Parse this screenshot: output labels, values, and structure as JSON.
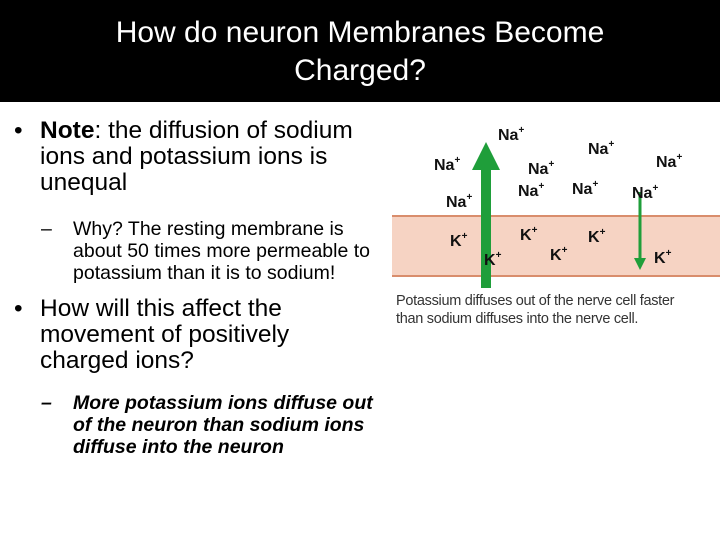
{
  "title": {
    "line1": "How do neuron Membranes Become",
    "line2": "Charged?"
  },
  "bullets": [
    {
      "bold": "Note",
      "text": ": the diffusion of sodium ions and potassium ions is unequal"
    },
    {
      "text": "How will this affect the movement of positively charged ions?"
    }
  ],
  "subbullets": [
    {
      "text": "Why? The resting membrane is about 50 times more permeable to potassium than it is to sodium!"
    },
    {
      "text": "More potassium ions diffuse out of the neuron than sodium ions diffuse into the neuron"
    }
  ],
  "markers": {
    "bullet": "•",
    "dash": "–"
  },
  "diagram": {
    "na_label": "Na",
    "k_label": "K",
    "charge": "+",
    "caption_line1": "Potassium diffuses out of the nerve cell faster",
    "caption_line2": "than sodium diffuses into the nerve cell.",
    "colors": {
      "arrow_up": "#1f9e3a",
      "arrow_down": "#1f9e3a",
      "membrane": "#f6d3c3",
      "membrane_edge": "#d98d6c"
    }
  }
}
